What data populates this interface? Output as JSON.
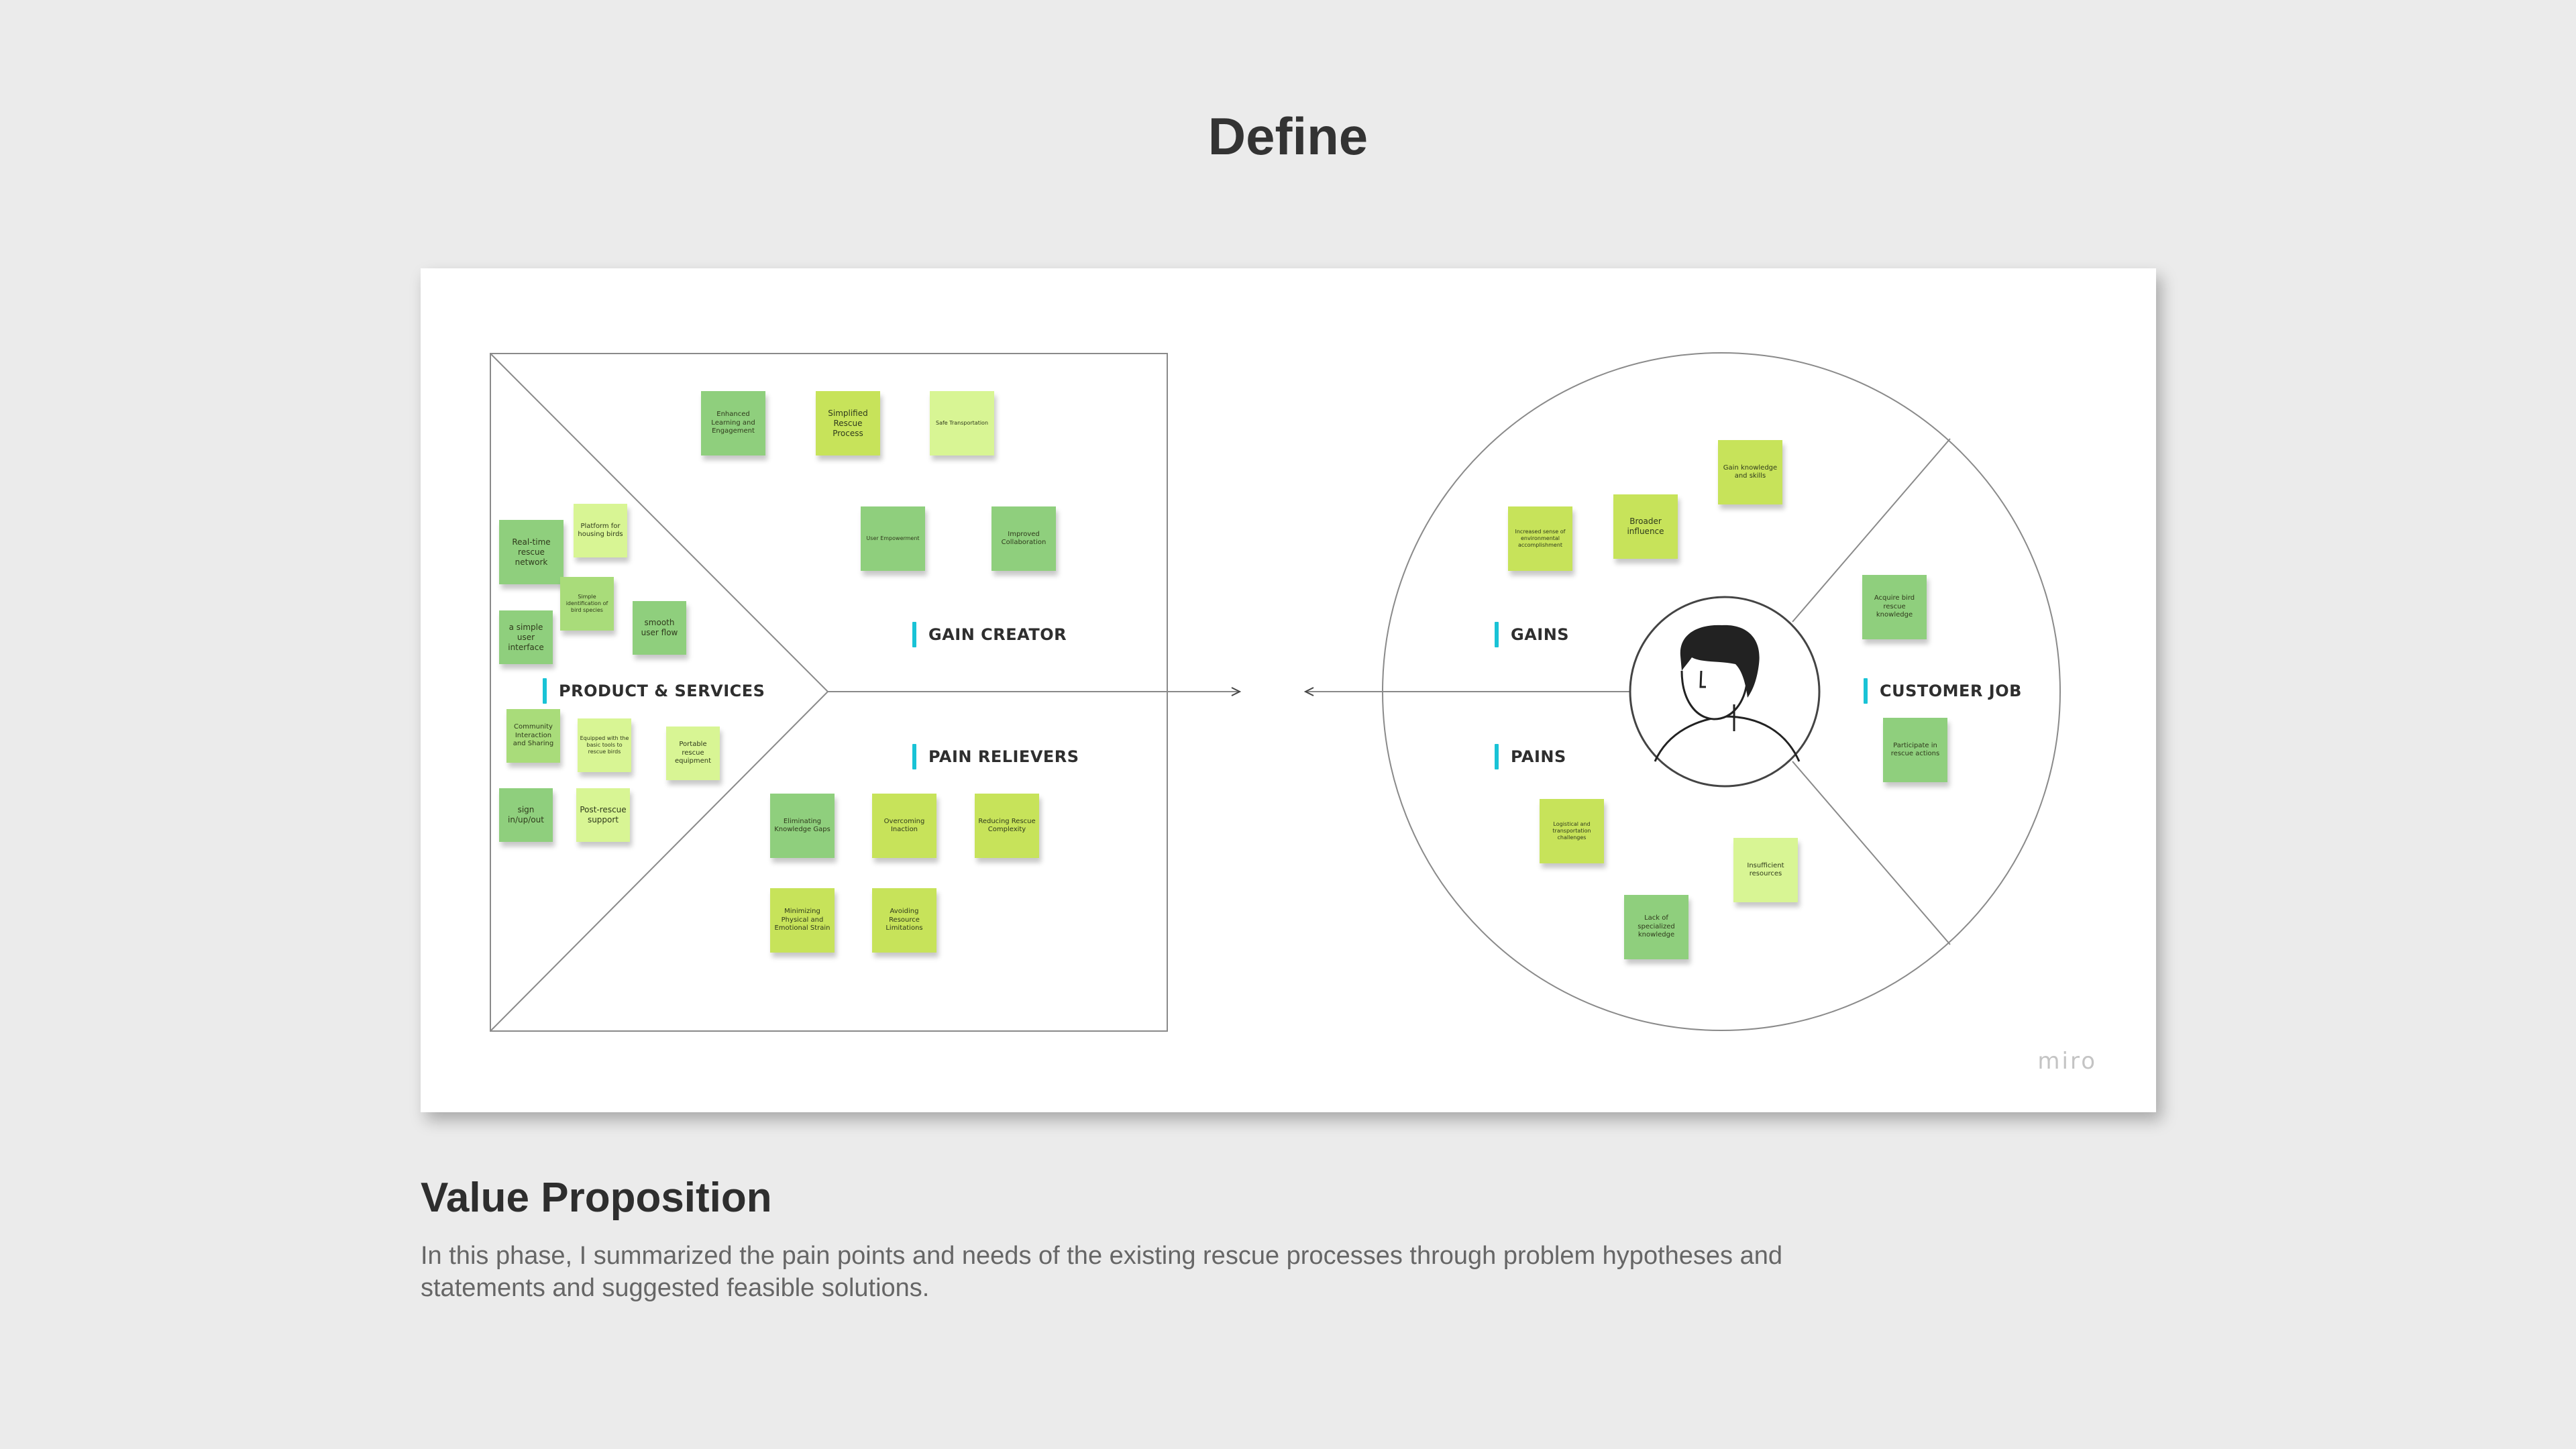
{
  "page": {
    "title": "Define"
  },
  "board": {
    "watermark": "miro",
    "labels": {
      "product_services": "PRODUCT & SERVICES",
      "gain_creator": "GAIN CREATOR",
      "pain_relievers": "PAIN RELIEVERS",
      "gains": "GAINS",
      "pains": "PAINS",
      "customer_job": "CUSTOMER JOB"
    },
    "product_services": [
      "Real-time rescue network",
      "Platform for housing birds",
      "Simple identification of bird species",
      "a simple user interface",
      "smooth user flow",
      "Community Interaction and Sharing",
      "Equipped with the basic tools to rescue birds",
      "Portable rescue equipment",
      "sign in/up/out",
      "Post-rescue support"
    ],
    "gain_creators": [
      "Enhanced Learning and Engagement",
      "Simplified Rescue Process",
      "Safe Transportation",
      "User Empowerment",
      "Improved Collaboration"
    ],
    "pain_relievers": [
      "Eliminating Knowledge Gaps",
      "Overcoming Inaction",
      "Reducing Rescue Complexity",
      "Minimizing Physical and Emotional Strain",
      "Avoiding Resource Limitations"
    ],
    "gains": [
      "Increased sense of environmental accomplishment",
      "Broader influence",
      "Gain knowledge and skills"
    ],
    "pains": [
      "Logistical and transportation challenges",
      "Insufficient resources",
      "Lack of specialized knowledge"
    ],
    "customer_jobs": [
      "Acquire bird rescue knowledge",
      "Participate in rescue actions"
    ]
  },
  "section": {
    "title": "Value Proposition",
    "description": "In this phase, I summarized the pain points and needs of the existing rescue processes through problem hypotheses and statements and suggested feasible solutions."
  }
}
